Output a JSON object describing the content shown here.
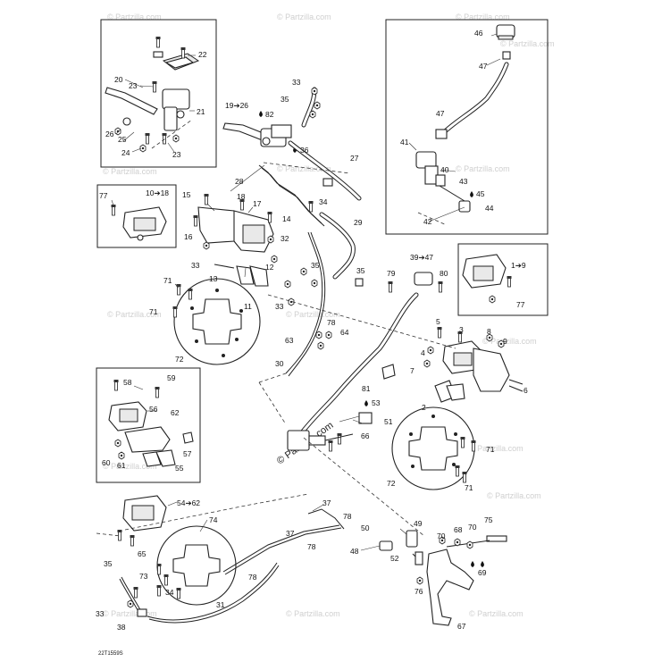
{
  "diagram": {
    "code": "22T1559S",
    "watermark": "© Partzilla.com",
    "watermark_prominent": "© Partzilla.com"
  },
  "labels": [
    {
      "id": "l22",
      "text": "22"
    },
    {
      "id": "l20",
      "text": "20"
    },
    {
      "id": "l23a",
      "text": "23"
    },
    {
      "id": "l21",
      "text": "21"
    },
    {
      "id": "l26",
      "text": "26"
    },
    {
      "id": "l25",
      "text": "25"
    },
    {
      "id": "l24",
      "text": "24"
    },
    {
      "id": "l23b",
      "text": "23"
    },
    {
      "id": "l33a",
      "text": "33"
    },
    {
      "id": "l35a",
      "text": "35"
    },
    {
      "id": "l1926",
      "text": "19➔26"
    },
    {
      "id": "l82",
      "text": "82"
    },
    {
      "id": "l36",
      "text": "36"
    },
    {
      "id": "l27",
      "text": "27"
    },
    {
      "id": "l28",
      "text": "28"
    },
    {
      "id": "l34a",
      "text": "34"
    },
    {
      "id": "l46",
      "text": "46"
    },
    {
      "id": "l47a",
      "text": "47"
    },
    {
      "id": "l47b",
      "text": "47"
    },
    {
      "id": "l41",
      "text": "41"
    },
    {
      "id": "l40",
      "text": "40"
    },
    {
      "id": "l43",
      "text": "43"
    },
    {
      "id": "l45",
      "text": "45"
    },
    {
      "id": "l44",
      "text": "44"
    },
    {
      "id": "l42",
      "text": "42"
    },
    {
      "id": "l77a",
      "text": "77"
    },
    {
      "id": "l1018",
      "text": "10➔18"
    },
    {
      "id": "l15",
      "text": "15"
    },
    {
      "id": "l18",
      "text": "18"
    },
    {
      "id": "l17",
      "text": "17"
    },
    {
      "id": "l14",
      "text": "14"
    },
    {
      "id": "l16",
      "text": "16"
    },
    {
      "id": "l32",
      "text": "32"
    },
    {
      "id": "l29",
      "text": "29"
    },
    {
      "id": "l33b",
      "text": "33"
    },
    {
      "id": "l12",
      "text": "12"
    },
    {
      "id": "l35b",
      "text": "35"
    },
    {
      "id": "l35c",
      "text": "35"
    },
    {
      "id": "l13",
      "text": "13"
    },
    {
      "id": "l11",
      "text": "11"
    },
    {
      "id": "l71a",
      "text": "71"
    },
    {
      "id": "l71b",
      "text": "71"
    },
    {
      "id": "l33c",
      "text": "33"
    },
    {
      "id": "l72a",
      "text": "72"
    },
    {
      "id": "l3947",
      "text": "39➔47"
    },
    {
      "id": "l79",
      "text": "79"
    },
    {
      "id": "l80",
      "text": "80"
    },
    {
      "id": "l19",
      "text": "1➔9"
    },
    {
      "id": "l77b",
      "text": "77"
    },
    {
      "id": "l78a",
      "text": "78"
    },
    {
      "id": "l64",
      "text": "64"
    },
    {
      "id": "l63",
      "text": "63"
    },
    {
      "id": "l30",
      "text": "30"
    },
    {
      "id": "l5",
      "text": "5"
    },
    {
      "id": "l3",
      "text": "3"
    },
    {
      "id": "l8",
      "text": "8"
    },
    {
      "id": "l9",
      "text": "9"
    },
    {
      "id": "l4",
      "text": "4"
    },
    {
      "id": "l7",
      "text": "7"
    },
    {
      "id": "l6",
      "text": "6"
    },
    {
      "id": "l81",
      "text": "81"
    },
    {
      "id": "l53",
      "text": "53"
    },
    {
      "id": "l2",
      "text": "2"
    },
    {
      "id": "l51",
      "text": "51"
    },
    {
      "id": "l58",
      "text": "58"
    },
    {
      "id": "l59",
      "text": "59"
    },
    {
      "id": "l56",
      "text": "56"
    },
    {
      "id": "l62",
      "text": "62"
    },
    {
      "id": "l60",
      "text": "60"
    },
    {
      "id": "l61",
      "text": "61"
    },
    {
      "id": "l57",
      "text": "57"
    },
    {
      "id": "l55",
      "text": "55"
    },
    {
      "id": "l66",
      "text": "66"
    },
    {
      "id": "l71c",
      "text": "71"
    },
    {
      "id": "l71d",
      "text": "71"
    },
    {
      "id": "l72b",
      "text": "72"
    },
    {
      "id": "l5462",
      "text": "54➔62"
    },
    {
      "id": "l74",
      "text": "74"
    },
    {
      "id": "l65",
      "text": "65"
    },
    {
      "id": "l37a",
      "text": "37"
    },
    {
      "id": "l78b",
      "text": "78"
    },
    {
      "id": "l37b",
      "text": "37"
    },
    {
      "id": "l78c",
      "text": "78"
    },
    {
      "id": "l78d",
      "text": "78"
    },
    {
      "id": "l35d",
      "text": "35"
    },
    {
      "id": "l73",
      "text": "73"
    },
    {
      "id": "l34b",
      "text": "34"
    },
    {
      "id": "l33d",
      "text": "33"
    },
    {
      "id": "l38",
      "text": "38"
    },
    {
      "id": "l31",
      "text": "31"
    },
    {
      "id": "l50",
      "text": "50"
    },
    {
      "id": "l49",
      "text": "49"
    },
    {
      "id": "l48",
      "text": "48"
    },
    {
      "id": "l52",
      "text": "52"
    },
    {
      "id": "l76",
      "text": "76"
    },
    {
      "id": "l70a",
      "text": "70"
    },
    {
      "id": "l68",
      "text": "68"
    },
    {
      "id": "l70b",
      "text": "70"
    },
    {
      "id": "l75",
      "text": "75"
    },
    {
      "id": "l69",
      "text": "69"
    },
    {
      "id": "l67",
      "text": "67"
    }
  ]
}
